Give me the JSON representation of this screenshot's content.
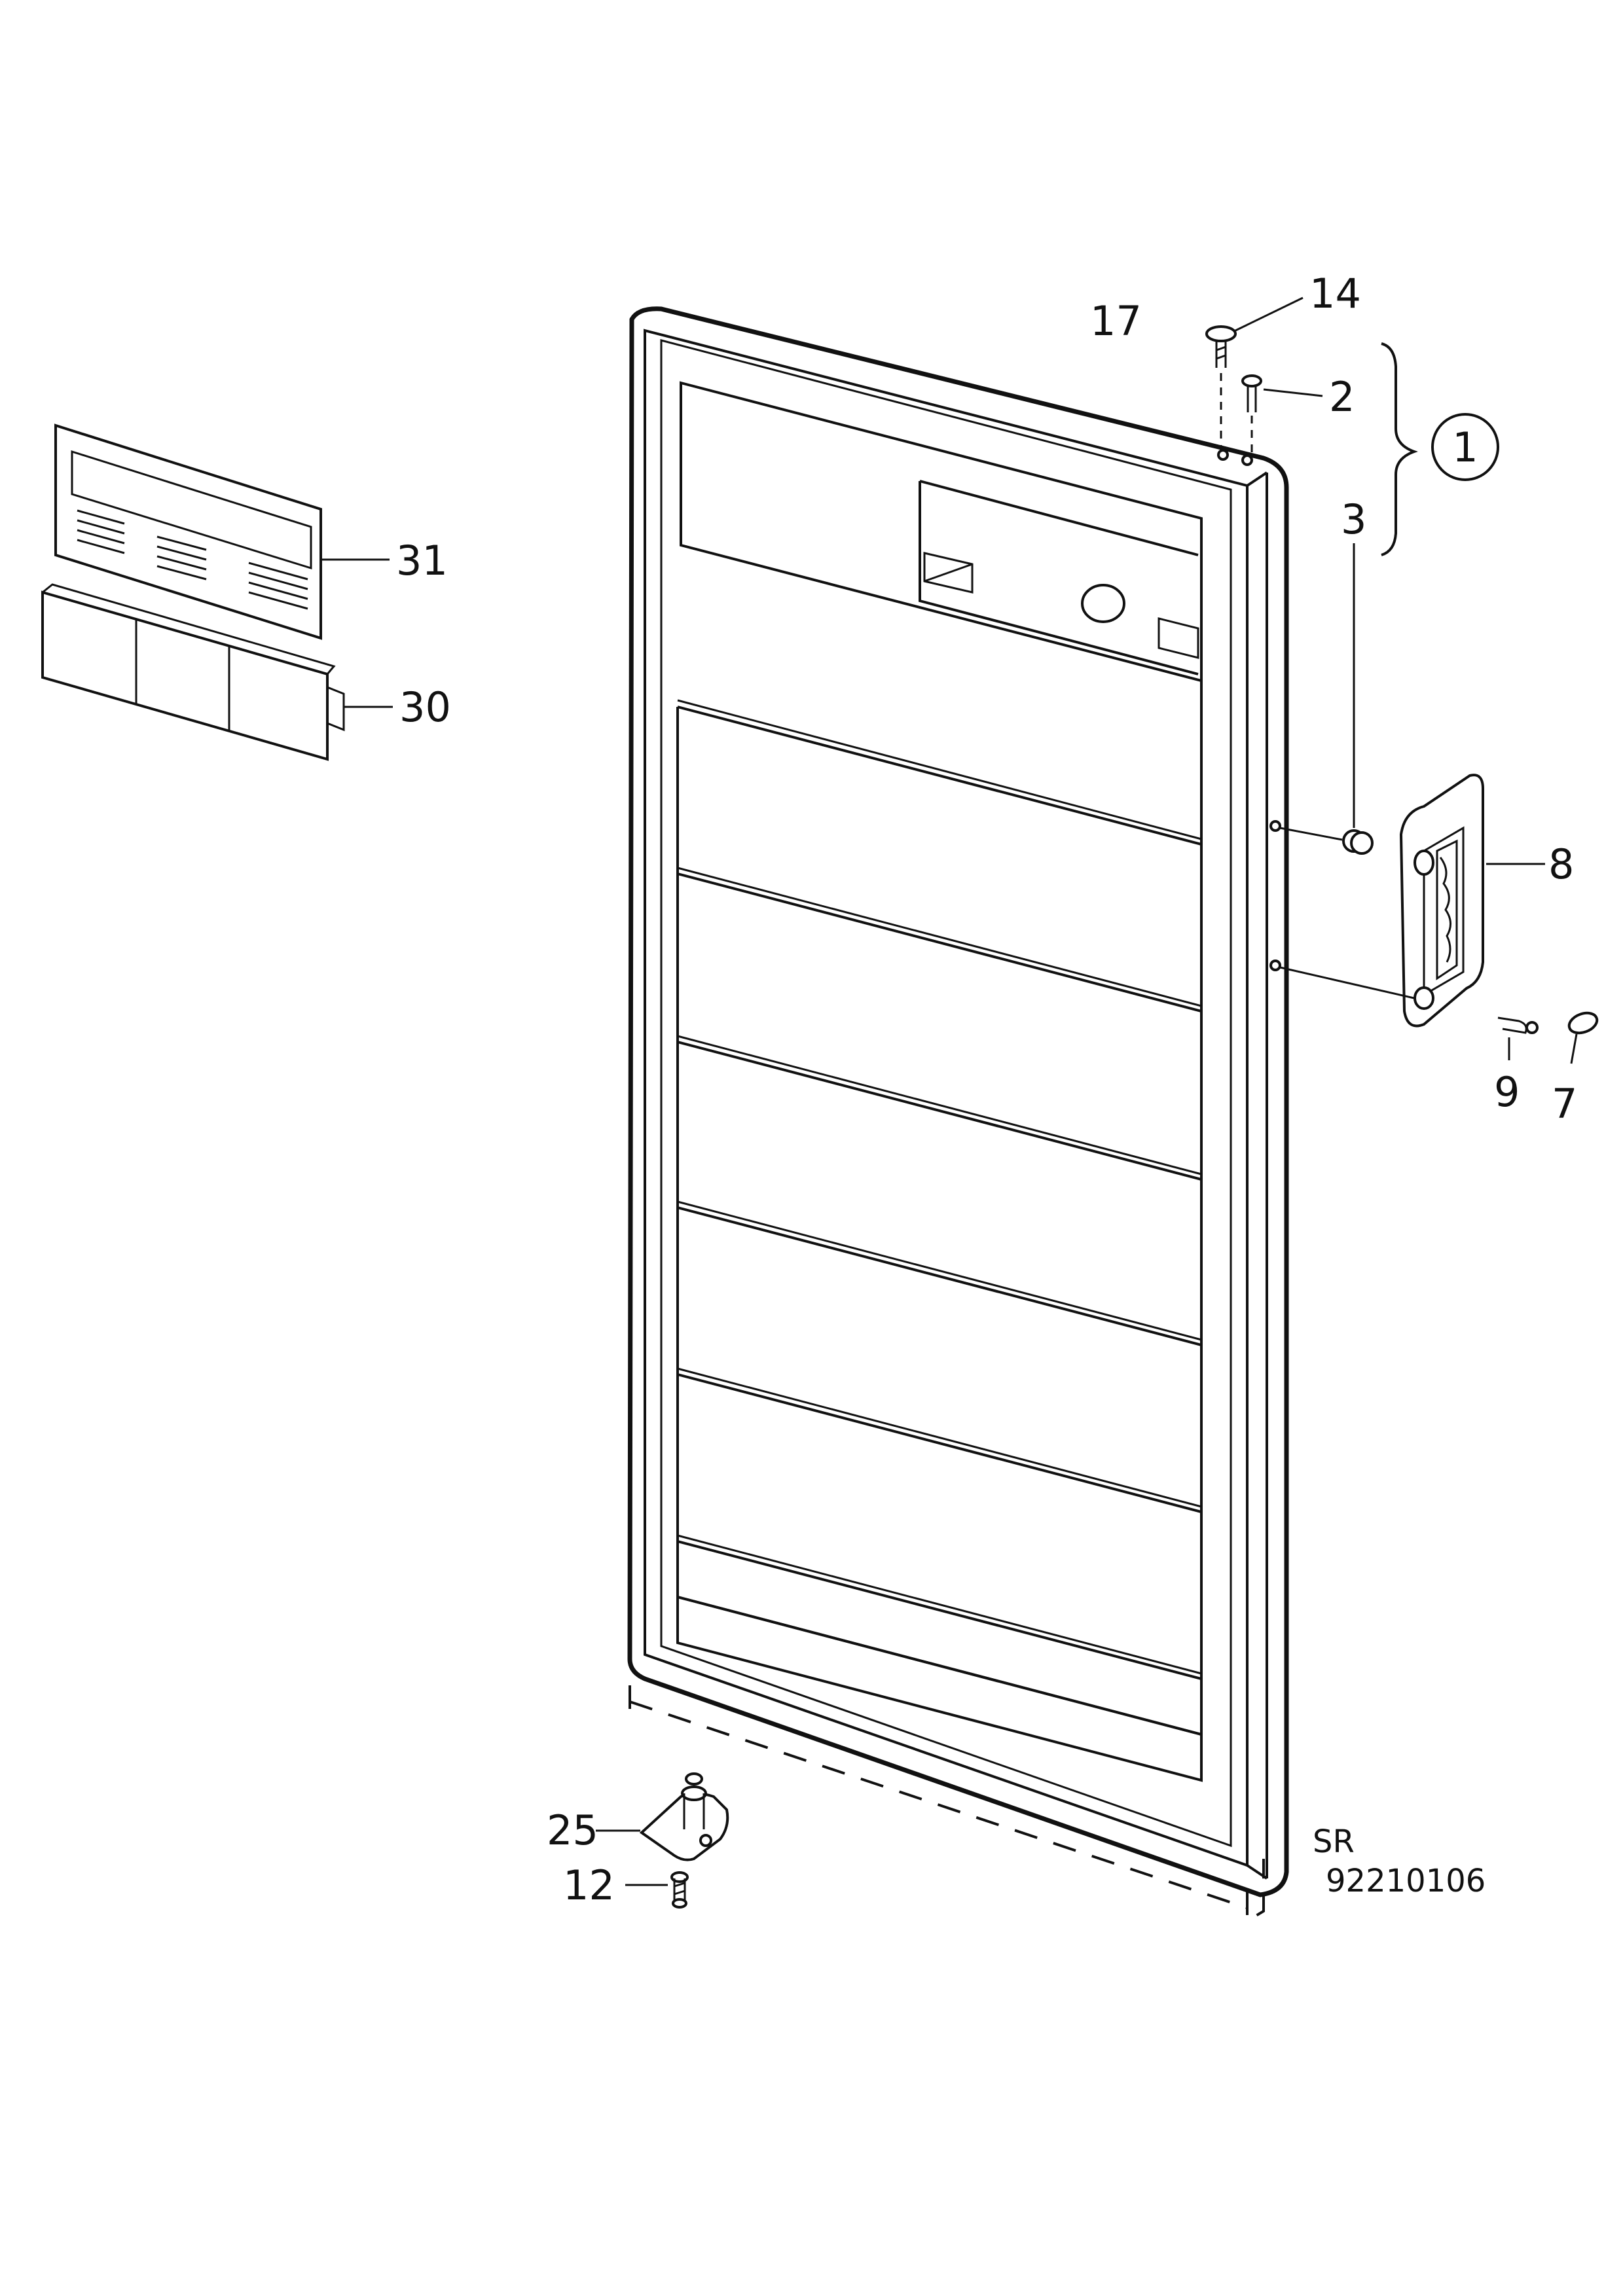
{
  "callouts": {
    "c31": "31",
    "c30": "30",
    "c17": "17",
    "c14": "14",
    "c2": "2",
    "c1": "1",
    "c3": "3",
    "c8": "8",
    "c9": "9",
    "c7": "7",
    "c25": "25",
    "c12": "12"
  },
  "drawing_code": {
    "line1": "SR",
    "line2": "92210106"
  }
}
